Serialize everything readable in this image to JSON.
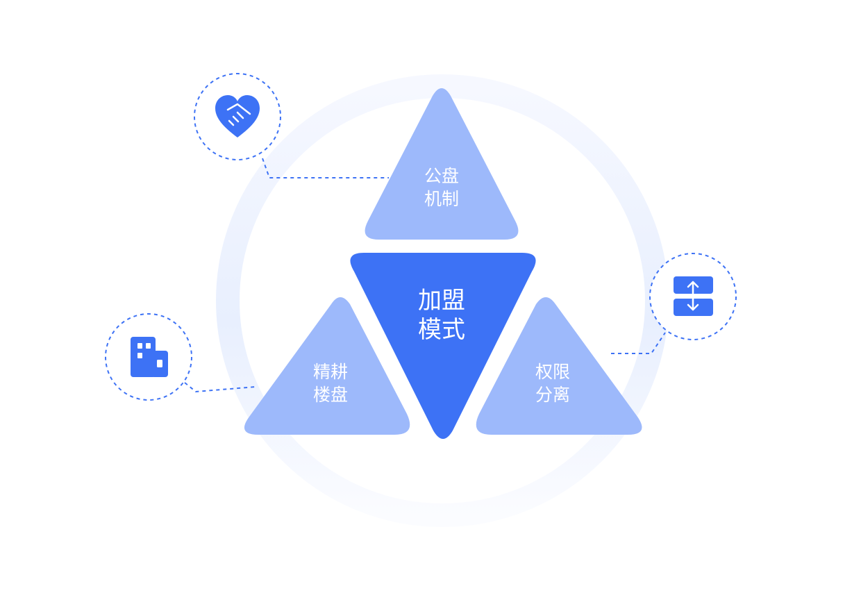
{
  "center": {
    "line1": "加盟",
    "line2": "模式"
  },
  "top": {
    "line1": "公盘",
    "line2": "机制"
  },
  "left": {
    "line1": "精耕",
    "line2": "楼盘"
  },
  "right": {
    "line1": "权限",
    "line2": "分离"
  },
  "icons": {
    "top_left": "handshake-heart-icon",
    "left": "building-icon",
    "right": "split-arrows-icon"
  },
  "colors": {
    "primary": "#3d72f5",
    "light": "#9db9fb",
    "ring": "#eef3fe",
    "dashed": "#3d72f5"
  }
}
